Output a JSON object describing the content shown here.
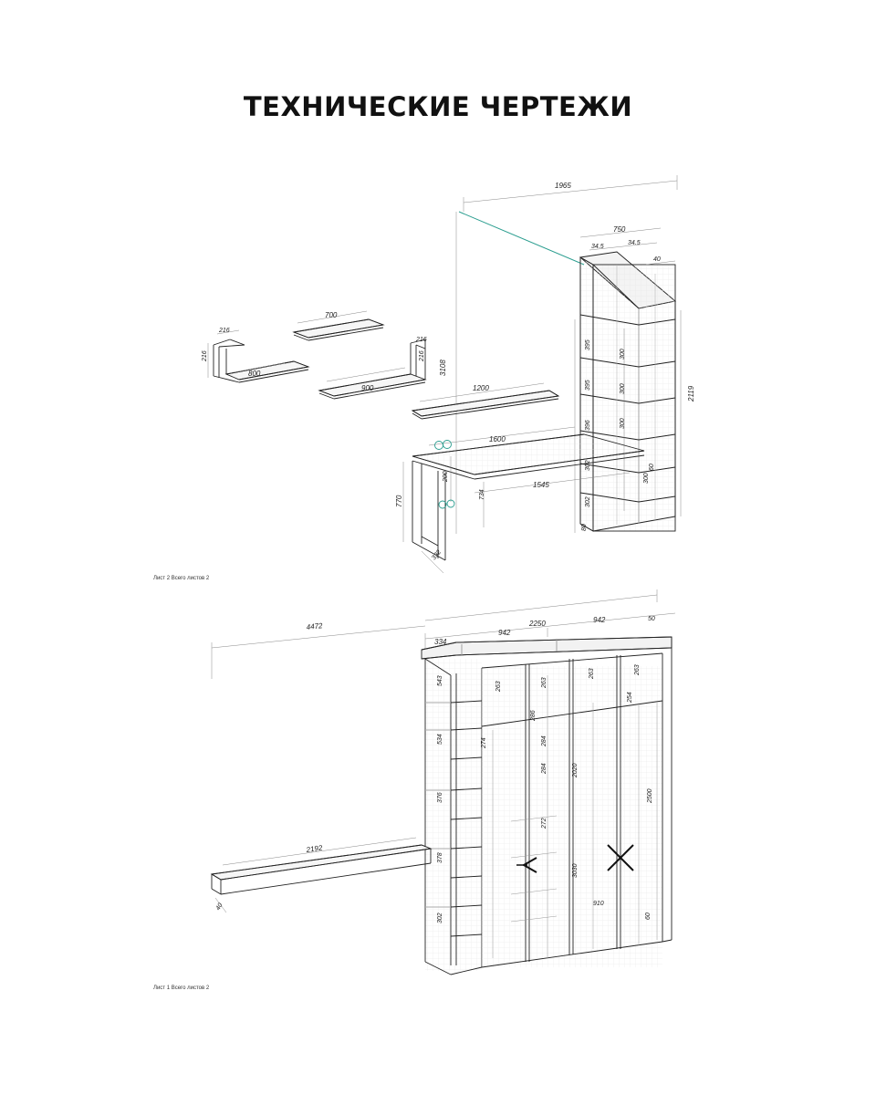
{
  "title": "ТЕХНИЧЕСКИЕ ЧЕРТЕЖИ",
  "sheets": {
    "sheet2": "Лист 2 Всего листов 2",
    "sheet1": "Лист 1 Всего листов 2"
  },
  "dimensions_top": {
    "overall_width": "1965",
    "cabinet_width": "750",
    "seg_a": "34.5",
    "seg_b": "34.5",
    "d40": "40",
    "height_total": "3108",
    "cabinet_height": "2119",
    "shelf_700": "700",
    "shelf_900": "900",
    "shelf_1200": "1200",
    "shelf_800": "800",
    "d216w": "216",
    "d216h": "216",
    "d216b": "216",
    "d216r": "216",
    "desk_1600": "1600",
    "desk_1545": "1545",
    "d200": "200",
    "d770": "770",
    "d734": "734",
    "d332": "332",
    "d395": "395",
    "d395b": "395",
    "d396": "396",
    "d300a": "300",
    "d300b": "300",
    "d300c": "300",
    "d302": "302",
    "d302b": "302",
    "d80": "80",
    "d300d": "300",
    "d60": "60"
  },
  "dimensions_bottom": {
    "overall_width": "4472",
    "wardrobe_width": "2250",
    "door_left": "942",
    "door_right": "942",
    "left_section": "334",
    "d50": "50",
    "d263a": "263",
    "d263b": "263",
    "d263c": "263",
    "d263d": "263",
    "d543": "543",
    "d534": "534",
    "d376": "376",
    "d378": "378",
    "d302": "302",
    "d286": "286",
    "d284a": "284",
    "d284b": "284",
    "d274": "274",
    "d272": "272",
    "d2020": "2020",
    "d2500": "2500",
    "d3030": "3030",
    "d910": "910",
    "d2192": "2192",
    "d254": "254",
    "d60": "60",
    "d40": "40"
  }
}
